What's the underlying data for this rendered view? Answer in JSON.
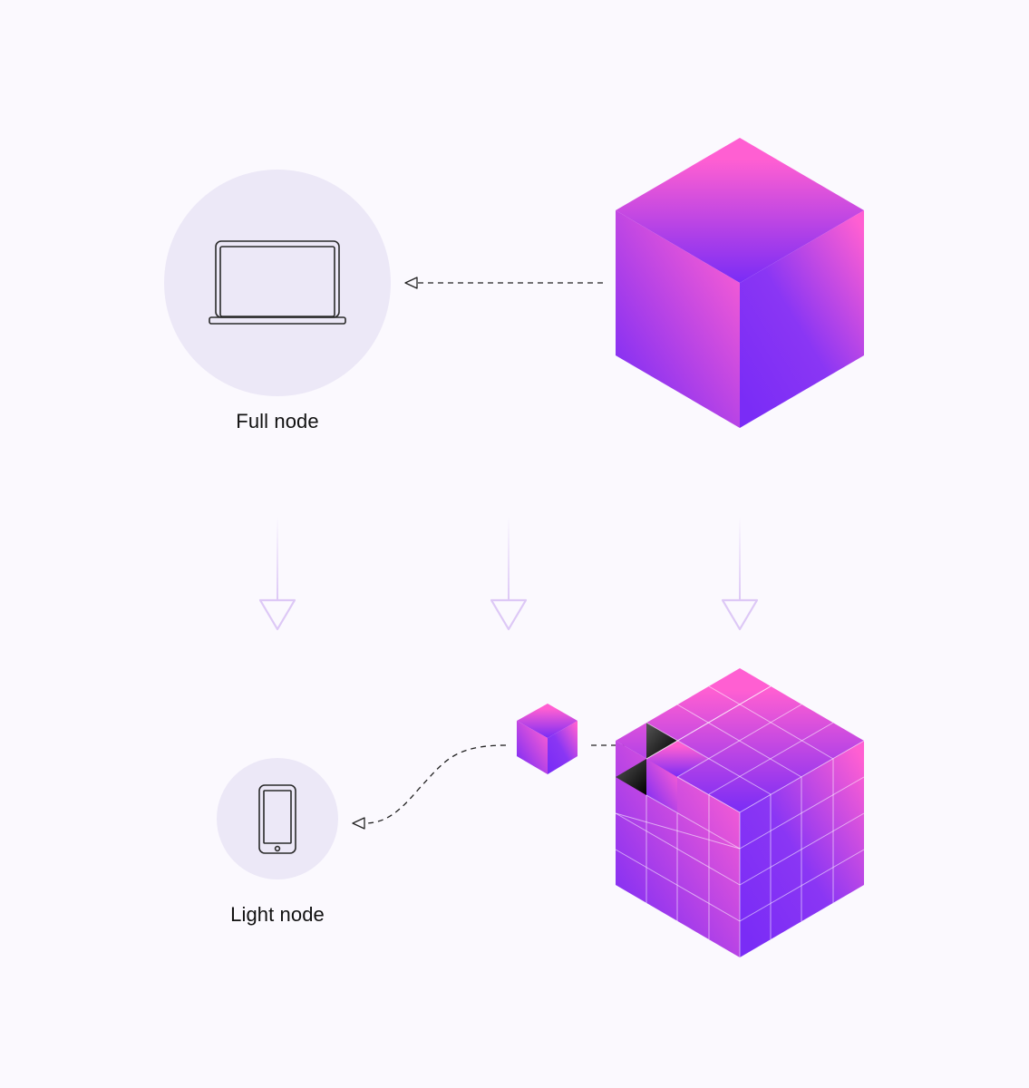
{
  "nodes": {
    "full": {
      "label": "Full node",
      "icon": "laptop-icon"
    },
    "light": {
      "label": "Light node",
      "icon": "smartphone-icon"
    }
  },
  "colors": {
    "background": "#fbf9fe",
    "node_circle": "#ece8f7",
    "cube_pink": "#ff5fd2",
    "cube_purple": "#7a2cf6",
    "cube_mid": "#b04ae8",
    "flow_arrow": "#ddc8f6",
    "connector": "#222222"
  },
  "elements": [
    "full-block-cube",
    "block-fragment-cube",
    "segmented-block-cube"
  ]
}
